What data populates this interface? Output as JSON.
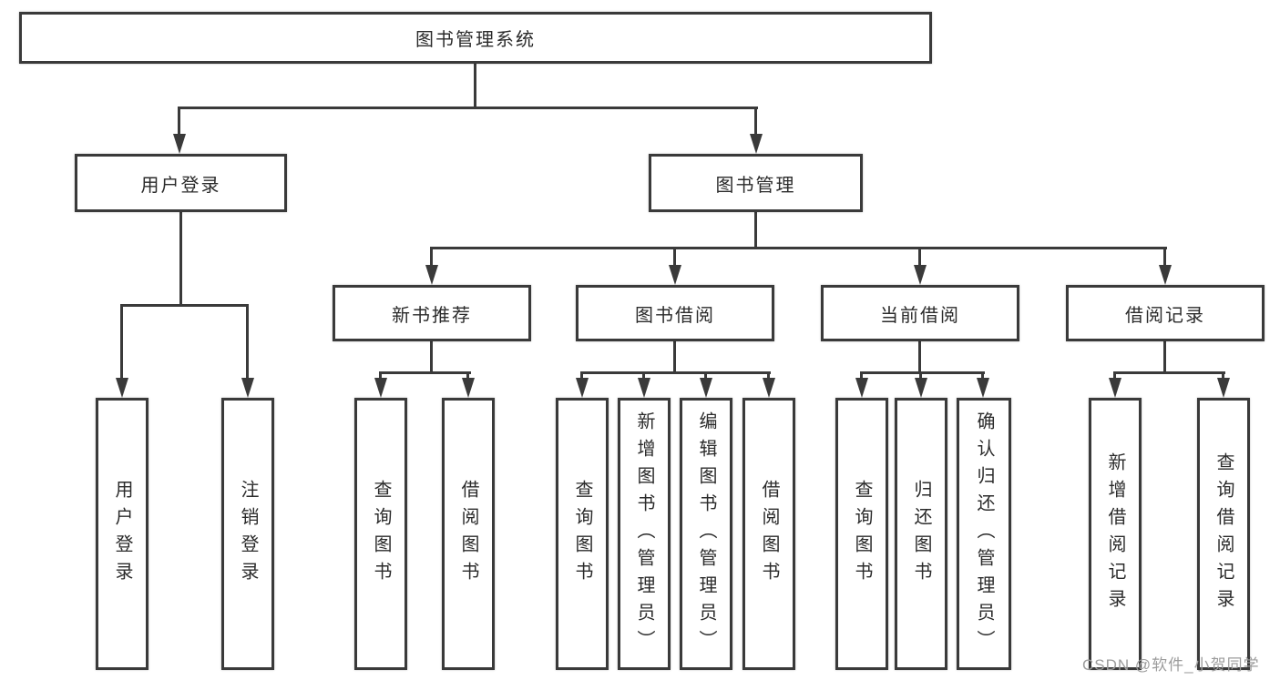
{
  "colors": {
    "line": "#3a3a3a",
    "text": "#2b2b2b",
    "watermark": "#9c9c9c",
    "background": "#ffffff"
  },
  "watermark": {
    "text": "CSDN @软件_小贺同学"
  },
  "nodes": {
    "root": {
      "label": "图书管理系统"
    },
    "user_login": {
      "label": "用户登录"
    },
    "book_mgmt": {
      "label": "图书管理"
    },
    "rec": {
      "label": "新书推荐"
    },
    "borrow": {
      "label": "图书借阅"
    },
    "current": {
      "label": "当前借阅"
    },
    "records": {
      "label": "借阅记录"
    },
    "l_user_login": {
      "label": "用户登录"
    },
    "l_logout": {
      "label": "注销登录"
    },
    "l_rec_query": {
      "label": "查询图书"
    },
    "l_rec_borrow": {
      "label": "借阅图书"
    },
    "l_bb_query": {
      "label": "查询图书"
    },
    "l_bb_add": {
      "label": "新增图书（管理员）"
    },
    "l_bb_edit": {
      "label": "编辑图书（管理员）"
    },
    "l_bb_borrow": {
      "label": "借阅图书"
    },
    "l_cb_query": {
      "label": "查询图书"
    },
    "l_cb_return": {
      "label": "归还图书"
    },
    "l_cb_confirm": {
      "label": "确认归还（管理员）"
    },
    "l_br_add": {
      "label": "新增借阅记录"
    },
    "l_br_query": {
      "label": "查询借阅记录"
    }
  }
}
